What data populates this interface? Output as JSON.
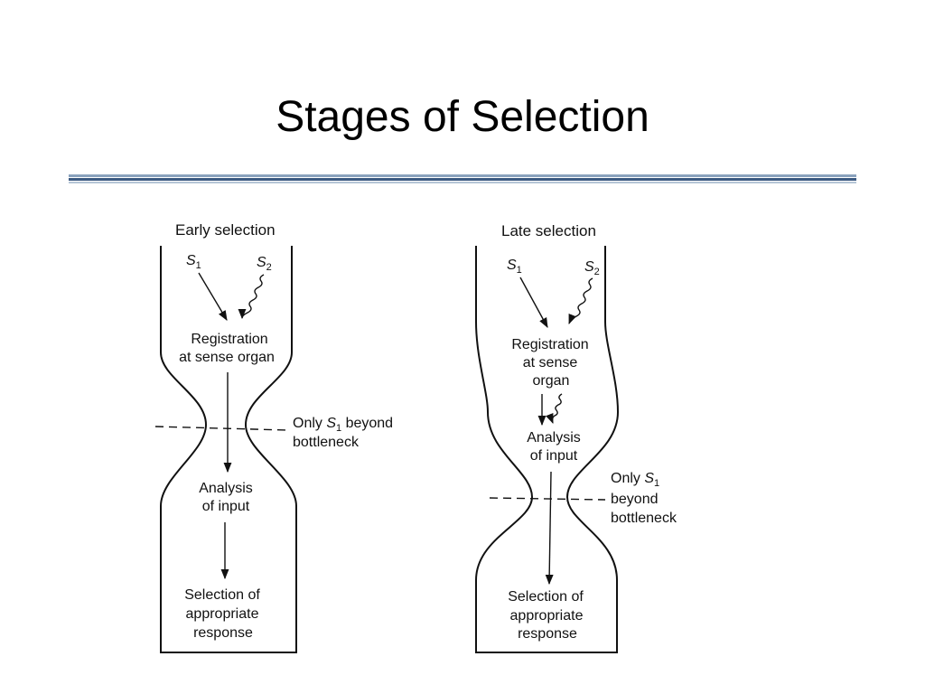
{
  "slide": {
    "title": "Stages of Selection"
  },
  "early": {
    "title": "Early selection",
    "s1": "S",
    "s1_sub": "1",
    "s2": "S",
    "s2_sub": "2",
    "registration": [
      "Registration",
      "at sense organ"
    ],
    "bottleneck": {
      "prefix": "Only ",
      "sym": "S",
      "sub": "1",
      "suffix": " beyond",
      "line2": "bottleneck"
    },
    "analysis": [
      "Analysis",
      "of input"
    ],
    "selection": [
      "Selection of",
      "appropriate",
      "response"
    ]
  },
  "late": {
    "title": "Late selection",
    "s1": "S",
    "s1_sub": "1",
    "s2": "S",
    "s2_sub": "2",
    "registration": [
      "Registration",
      "at sense",
      "organ"
    ],
    "analysis": [
      "Analysis",
      "of input"
    ],
    "bottleneck": {
      "prefix": "Only ",
      "sym": "S",
      "sub": "1",
      "line2": "beyond",
      "line3": "bottleneck"
    },
    "selection": [
      "Selection of",
      "appropriate",
      "response"
    ]
  }
}
